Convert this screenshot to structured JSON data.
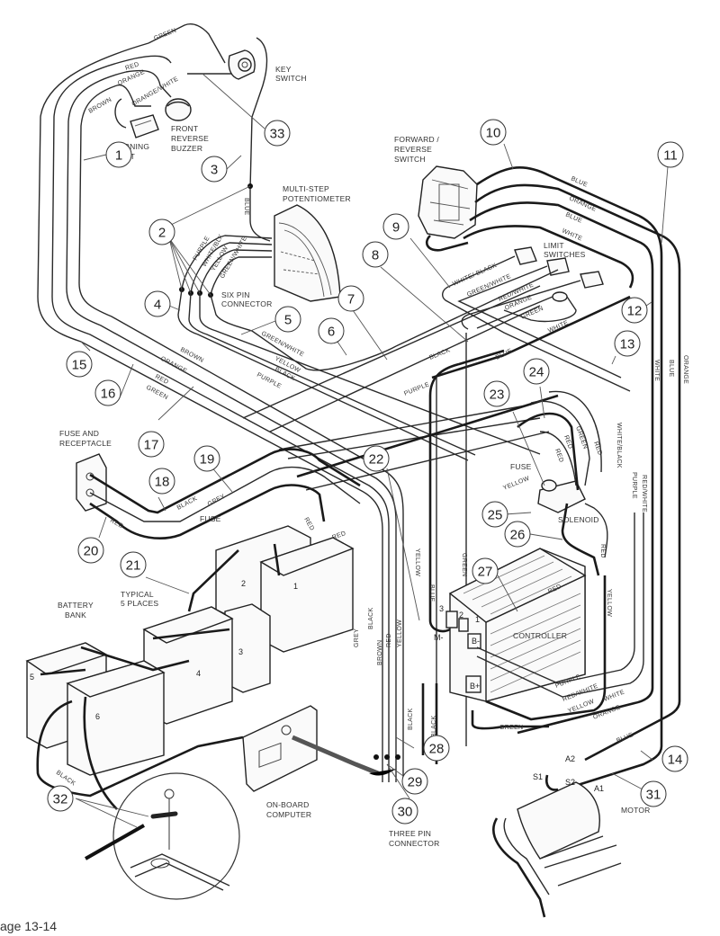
{
  "title": "Golf cart 48V electrical wiring diagram",
  "caption": "age 13-14",
  "components": {
    "key_switch": "KEY SWITCH",
    "front_reverse_buzzer": [
      "FRONT",
      "REVERSE",
      "BUZZER"
    ],
    "warning_light": [
      "WARNING",
      "LIGHT"
    ],
    "potentiometer": [
      "MULTI-STEP",
      "POTENTIOMETER"
    ],
    "six_pin_connector": [
      "SIX PIN",
      "CONNECTOR"
    ],
    "forward_reverse_switch": [
      "FORWARD /",
      "REVERSE",
      "SWITCH"
    ],
    "limit_switches": [
      "LIMIT",
      "SWITCHES"
    ],
    "fuse_receptacle": [
      "FUSE AND",
      "RECEPTACLE"
    ],
    "typical_places": [
      "TYPICAL",
      "5 PLACES"
    ],
    "battery_bank": [
      "BATTERY",
      "BANK"
    ],
    "solenoid": "SOLENOID",
    "controller": "CONTROLLER",
    "onboard_computer": [
      "ON-BOARD",
      "COMPUTER"
    ],
    "three_pin_connector": [
      "THREE PIN",
      "CONNECTOR"
    ],
    "motor": "MOTOR",
    "fuse": "FUSE"
  },
  "batteries": [
    "1",
    "2",
    "3",
    "4",
    "5",
    "6"
  ],
  "controller_terminals": [
    "3",
    "2",
    "1",
    "M-",
    "B-",
    "B+"
  ],
  "motor_terminals": [
    "A2",
    "S1",
    "S2",
    "A1"
  ],
  "callouts": [
    "1",
    "2",
    "3",
    "4",
    "5",
    "6",
    "7",
    "8",
    "9",
    "10",
    "11",
    "12",
    "13",
    "14",
    "15",
    "16",
    "17",
    "18",
    "19",
    "20",
    "21",
    "22",
    "23",
    "24",
    "25",
    "26",
    "27",
    "28",
    "29",
    "30",
    "31",
    "32",
    "33"
  ],
  "wire_labels": {
    "green": "GREEN",
    "red": "RED",
    "orange": "ORANGE",
    "brown": "BROWN",
    "orange_white": "ORANGE/WHITE",
    "blue": "BLUE",
    "purple": "PURPLE",
    "white_blk": "WHITE/BLK",
    "yellow": "YELLOW",
    "green_white": "GREEN/WHITE",
    "white": "WHITE",
    "white_black": "WHITE/ BLACK",
    "red_white": "RED/WHITE",
    "black": "BLACK",
    "grey": "GREY",
    "white_black_v": "WHITE/BLACK"
  }
}
